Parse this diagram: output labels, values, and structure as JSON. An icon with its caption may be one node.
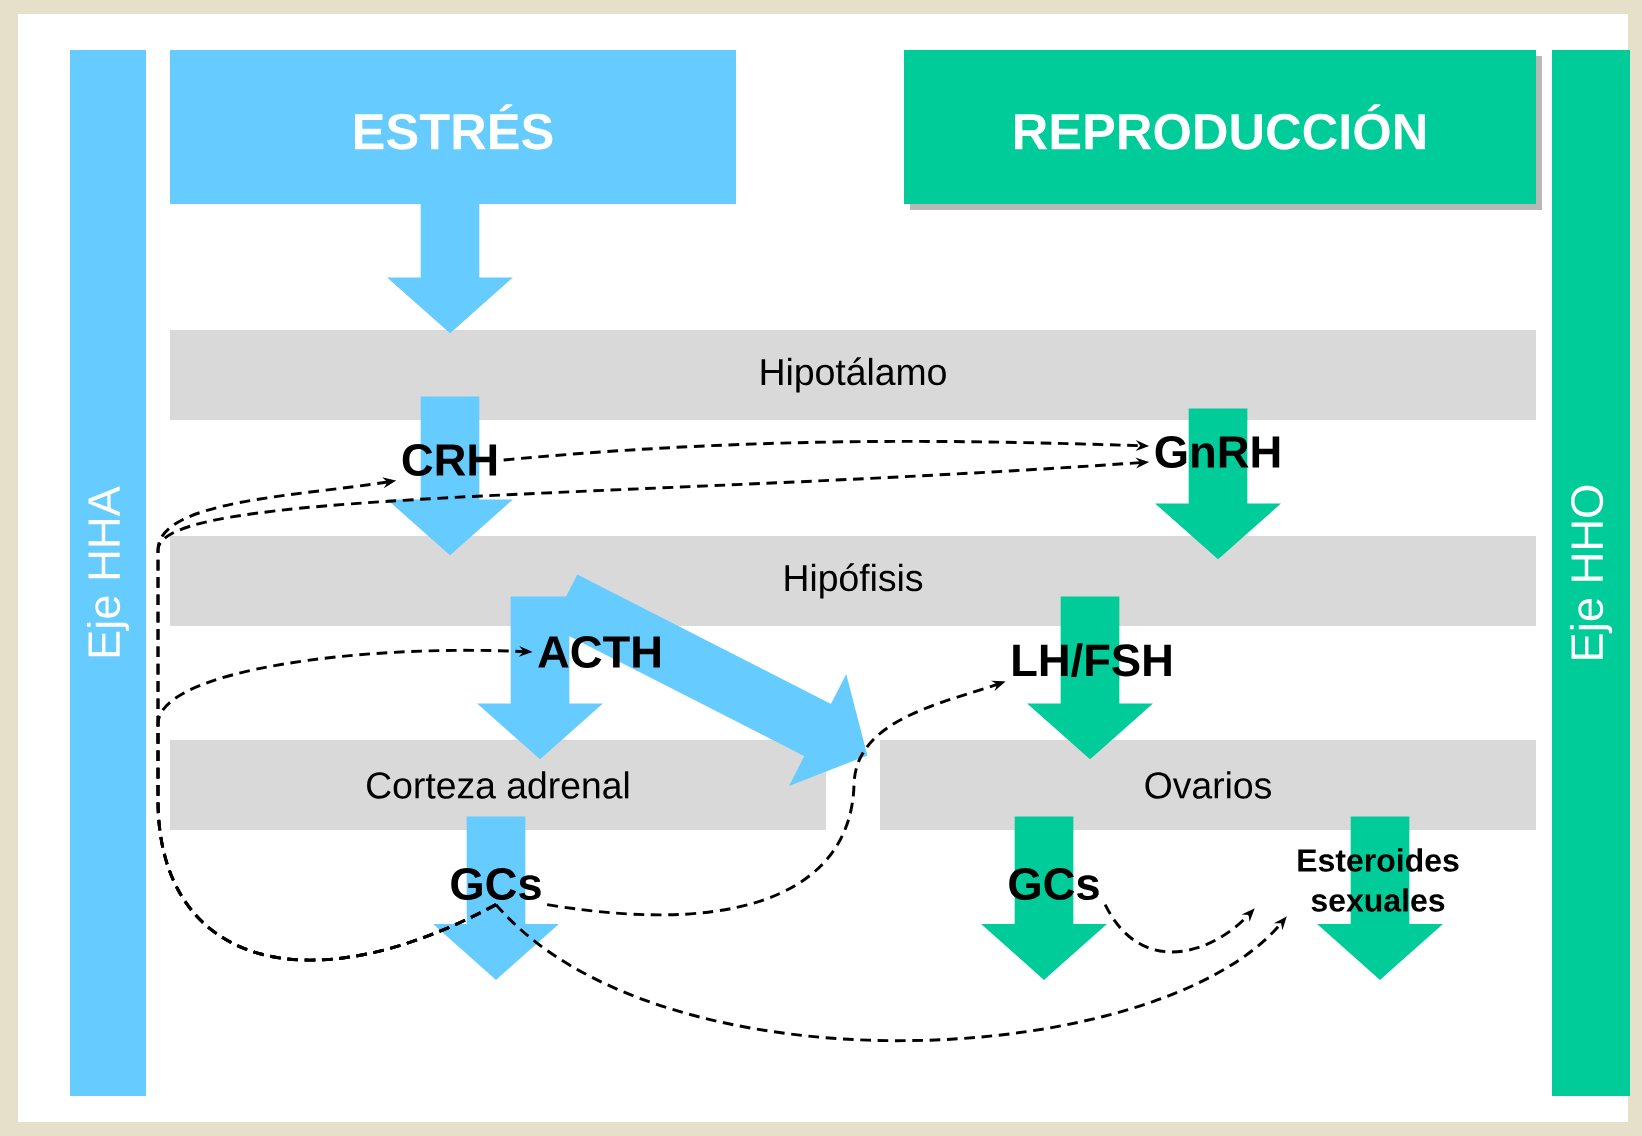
{
  "diagram": {
    "nodes": [
      {
        "text": [
          "Eje HHA"
        ]
      },
      {
        "text": [
          "ESTRÉS"
        ]
      },
      {
        "text": [
          "REPRODUCCIÓN"
        ]
      },
      {
        "text": [
          "Eje HHO"
        ]
      },
      {
        "text": [
          "Hipotálamo"
        ]
      },
      {
        "text": [
          "Hipófisis"
        ]
      },
      {
        "text": [
          "Corteza adrenal"
        ]
      },
      {
        "text": [
          "Ovarios"
        ]
      },
      {
        "text": [
          "CRH"
        ]
      },
      {
        "text": [
          "GnRH"
        ]
      },
      {
        "text": [
          "ACTH"
        ]
      },
      {
        "text": [
          "LH/FSH"
        ]
      },
      {
        "text": [
          "GCs"
        ]
      },
      {
        "text": [
          "GCs"
        ]
      },
      {
        "text": [
          "Esteroides sexuales"
        ]
      }
    ],
    "edges": [
      {
        "from": 1,
        "to": 4,
        "arrow": "to",
        "color": "#66ccff"
      },
      {
        "from": 4,
        "to": 5,
        "arrow": "to",
        "color": "#66ccff"
      },
      {
        "from": 4,
        "to": 5,
        "arrow": "to",
        "color": "#00cc99"
      },
      {
        "from": 5,
        "to": 6,
        "arrow": "to",
        "color": "#66ccff"
      },
      {
        "from": 5,
        "to": 7,
        "arrow": "to",
        "color": "#66ccff"
      },
      {
        "from": 5,
        "to": 7,
        "arrow": "to",
        "color": "#00cc99"
      },
      {
        "from": 6,
        "to": 12,
        "arrow": "to",
        "color": "#66ccff"
      },
      {
        "from": 7,
        "to": 13,
        "arrow": "to",
        "color": "#00cc99"
      },
      {
        "from": 7,
        "to": 14,
        "arrow": "to",
        "color": "#00cc99"
      },
      {
        "from": 12,
        "to": 8,
        "arrow": "to",
        "style": "dashed"
      },
      {
        "from": 12,
        "to": 10,
        "arrow": "to",
        "style": "dashed"
      },
      {
        "from": 12,
        "to": 9,
        "arrow": "to",
        "style": "dashed"
      },
      {
        "from": 8,
        "to": 9,
        "arrow": "to",
        "style": "dashed"
      },
      {
        "from": 12,
        "to": 11,
        "arrow": "to",
        "style": "dashed"
      },
      {
        "from": 12,
        "to": 14,
        "arrow": "to",
        "style": "dashed"
      },
      {
        "from": 13,
        "to": 14,
        "arrow": "to",
        "style": "dashed"
      }
    ]
  }
}
